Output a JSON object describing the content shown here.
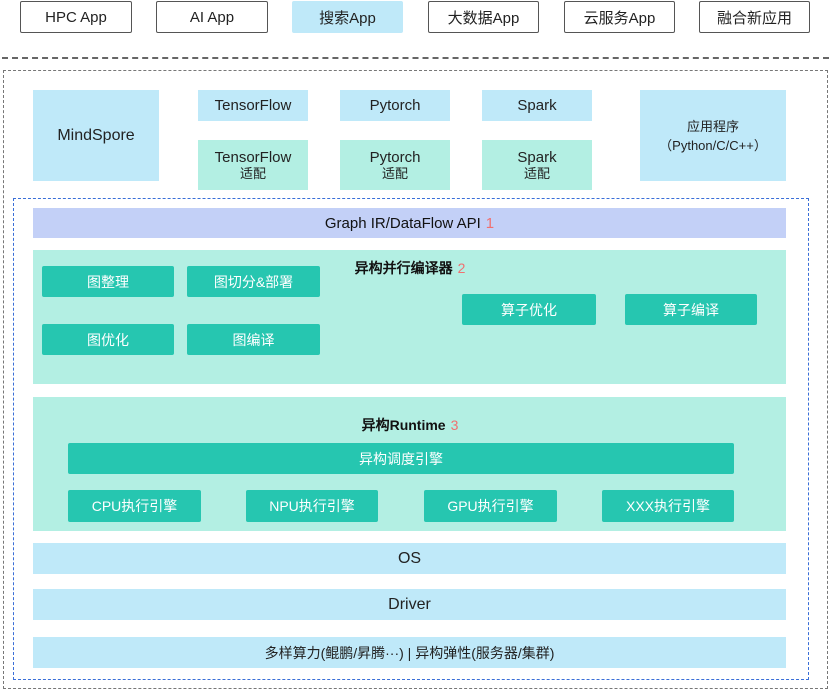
{
  "apps": [
    "HPC App",
    "AI App",
    "搜索App",
    "大数据App",
    "云服务App",
    "融合新应用"
  ],
  "frameworks": {
    "mindspore": "MindSpore",
    "tensorflow": "TensorFlow",
    "pytorch": "Pytorch",
    "spark": "Spark",
    "adapter_suffix": "适配",
    "app_program_line1": "应用程序",
    "app_program_line2": "（Python/C/C++）"
  },
  "graph_ir": {
    "label": "Graph IR/DataFlow API",
    "num": "1"
  },
  "compiler": {
    "title": "异构并行编译器",
    "num": "2",
    "graph_items": [
      "图整理",
      "图切分&部署",
      "图优化",
      "图编译"
    ],
    "op_items": [
      "算子优化",
      "算子编译"
    ]
  },
  "runtime": {
    "title": "异构Runtime",
    "num": "3",
    "scheduler": "异构调度引擎",
    "engines": [
      "CPU执行引擎",
      "NPU执行引擎",
      "GPU执行引擎",
      "XXX执行引擎"
    ]
  },
  "os": "OS",
  "driver": "Driver",
  "compute": "多样算力(鲲鹏/昇腾···) | 异构弹性(服务器/集群)",
  "colors": {
    "light_blue": "#bfe9f9",
    "mint": "#b3efe3",
    "teal": "#26c6b0",
    "lavender": "#c3d0f7",
    "number_red": "#f07070"
  }
}
